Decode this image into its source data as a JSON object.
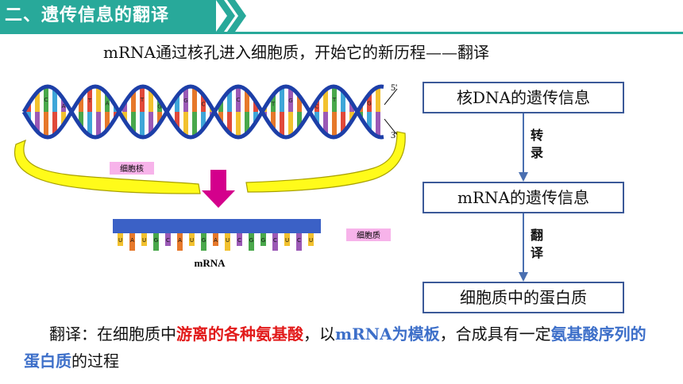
{
  "header": {
    "title": "二、遗传信息的翻译"
  },
  "subtitle": "mRNA通过核孔进入细胞质，开始它的新历程——翻译",
  "figure": {
    "five_prime": "5'",
    "three_prime": "3'",
    "nucleus_label": "细胞核",
    "cytoplasm_label": "细胞质",
    "mrna_label": "mRNA",
    "mrna_bases": [
      "U",
      "A",
      "U",
      "G",
      "C",
      "A",
      "U",
      "G",
      "A",
      "U",
      "C",
      "G",
      "G",
      "C",
      "U",
      "C",
      "U"
    ],
    "dna_strand_letters": [
      "G",
      "C",
      "A",
      "T",
      "A",
      "T",
      "T",
      "G",
      "G",
      "C",
      "A",
      "C",
      "G",
      "T",
      "G",
      "C",
      "T",
      "A"
    ],
    "colors": {
      "helix_backbone": "#1d3fa8",
      "nucleus_band": "#fffb1a",
      "band_outline": "#a8a000",
      "arrow": "#d4008c",
      "mrna_strand": "#3b61c6",
      "label_bg": "#f7b3ea"
    }
  },
  "flow": {
    "box1": "核DNA的遗传信息",
    "step1": [
      "转",
      "录"
    ],
    "box2": "mRNA的遗传信息",
    "step2": [
      "翻",
      "译"
    ],
    "box3": "细胞质中的蛋白质"
  },
  "paragraph": {
    "p1": "翻译：在细胞质中",
    "h1": "游离的各种氨基酸",
    "p2": "，以",
    "h2": "mRNA为模板",
    "p3": "，合成具有一定",
    "h3": "氨基酸序列的蛋白质",
    "p4": "的过程"
  }
}
